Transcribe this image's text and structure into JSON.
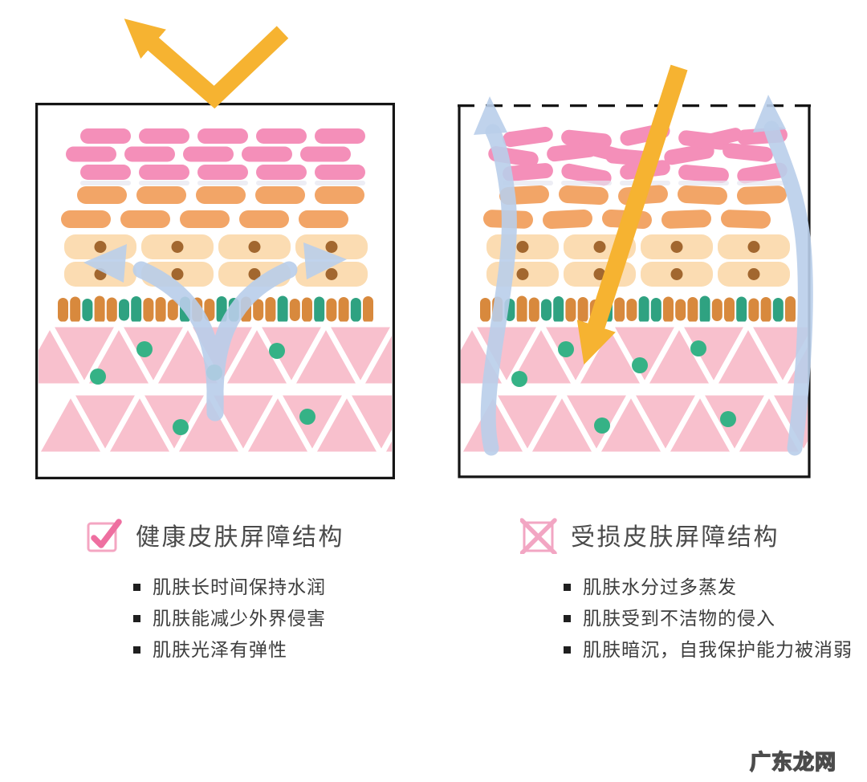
{
  "left_panel": {
    "title": "健康皮肤屏障结构",
    "bullets": [
      "肌肤长时间保持水润",
      "肌肤能减少外界侵害",
      "肌肤光泽有弹性"
    ]
  },
  "right_panel": {
    "title": "受损皮肤屏障结构",
    "bullets": [
      "肌肤水分过多蒸发",
      "肌肤受到不洁物的侵入",
      "肌肤暗沉，自我保护能力被消弱"
    ]
  },
  "watermark": "广东龙网",
  "icons": {
    "left_title_icon": "checkbox-check-icon",
    "right_title_icon": "checkbox-x-icon"
  },
  "palette": {
    "pink": "#F48FB9",
    "orange": "#F2A567",
    "cream": "#FBDCB2",
    "brown": "#A2672F",
    "membrane_orange": "#D8893D",
    "membrane_green": "#2FA281",
    "triangle_pink": "#F8C0CD",
    "dot_green": "#35B286",
    "arrow_yellow": "#F6B331",
    "arrow_blue": "#B9CEEA",
    "border": "#151515",
    "icon_pink_light": "#F4A6C2",
    "icon_pink_dark": "#EE6FA0",
    "text_dark": "#3d3d3d"
  }
}
